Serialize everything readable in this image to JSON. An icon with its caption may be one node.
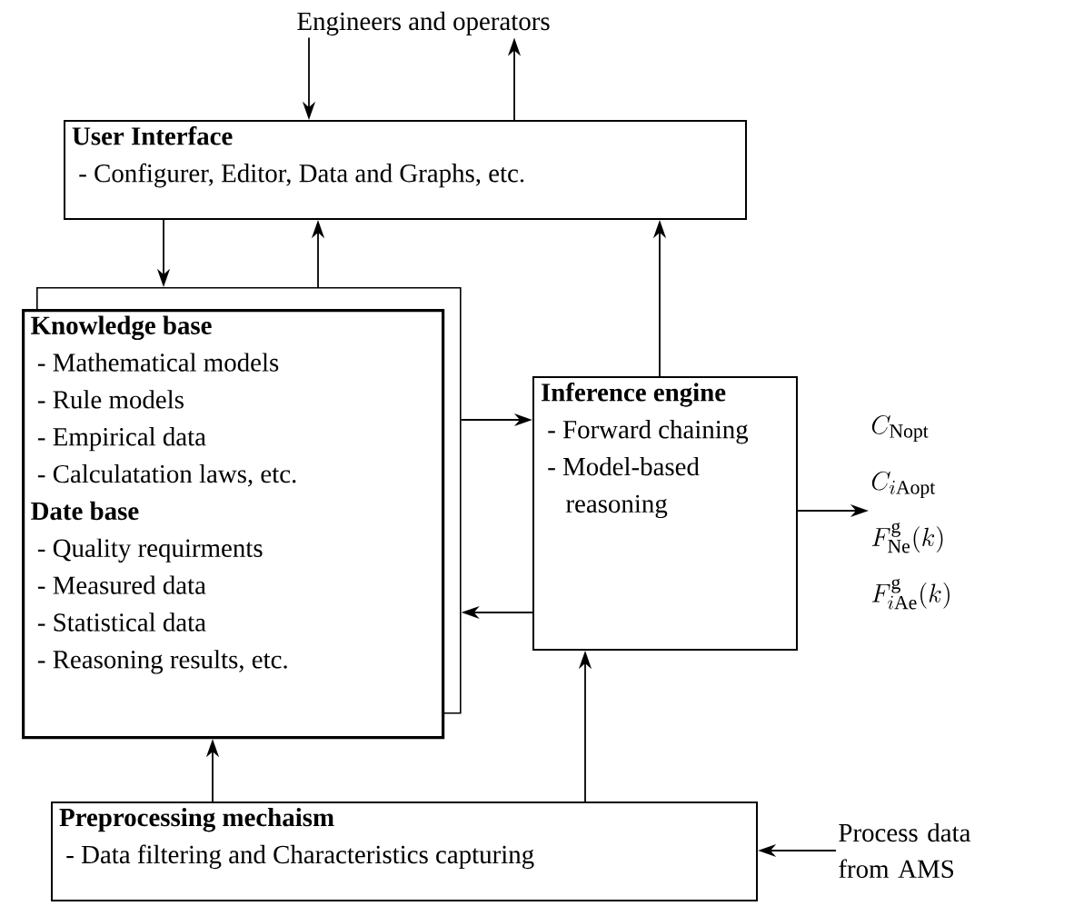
{
  "diagram": {
    "nodes": [
      {
        "text": [
          "Engineers and operators"
        ]
      },
      {
        "text": [
          "User Interface",
          "- Configurer, Editor, Data and Graphs, etc."
        ]
      },
      {
        "text": [],
        "shape": "box"
      },
      {
        "text": [
          "Knowledge base",
          "- Mathematical models",
          "- Rule models",
          "- Empirical data",
          "- Calculatation laws, etc.",
          "Date base",
          "- Quality requirments",
          "- Measured data",
          "- Statistical data",
          "- Reasoning results, etc."
        ]
      },
      {
        "text": [
          "Inference engine",
          "- Forward chaining",
          "- Model-based reasoning"
        ]
      },
      {
        "text": [
          "Preprocessing mechaism",
          "- Data filtering and Characteristics capturing"
        ]
      },
      {
        "text": [
          "Process data from AMS"
        ]
      },
      {
        "text": [
          "C_{\\mathrm{Nopt}}",
          "C_{i\\mathrm{Aopt}}",
          "F^{\\mathrm{g}}_{\\mathrm{Ne}}(k)",
          "F^{\\mathrm{g}}_{i\\mathrm{Ae}}(k)"
        ]
      }
    ],
    "edges": [
      {
        "from": 0,
        "to": 1,
        "arrow": "to"
      },
      {
        "from": 1,
        "to": 0,
        "arrow": "to"
      },
      {
        "from": 1,
        "to": 2,
        "arrow": "to"
      },
      {
        "from": 2,
        "to": 1,
        "arrow": "to"
      },
      {
        "from": 4,
        "to": 1,
        "arrow": "to"
      },
      {
        "from": 2,
        "to": 4,
        "arrow": "to"
      },
      {
        "from": 4,
        "to": 2,
        "arrow": "to"
      },
      {
        "from": 4,
        "to": 7,
        "arrow": "to"
      },
      {
        "from": 5,
        "to": 3,
        "arrow": "to"
      },
      {
        "from": 5,
        "to": 4,
        "arrow": "to"
      },
      {
        "from": 6,
        "to": 5,
        "arrow": "to"
      }
    ]
  }
}
